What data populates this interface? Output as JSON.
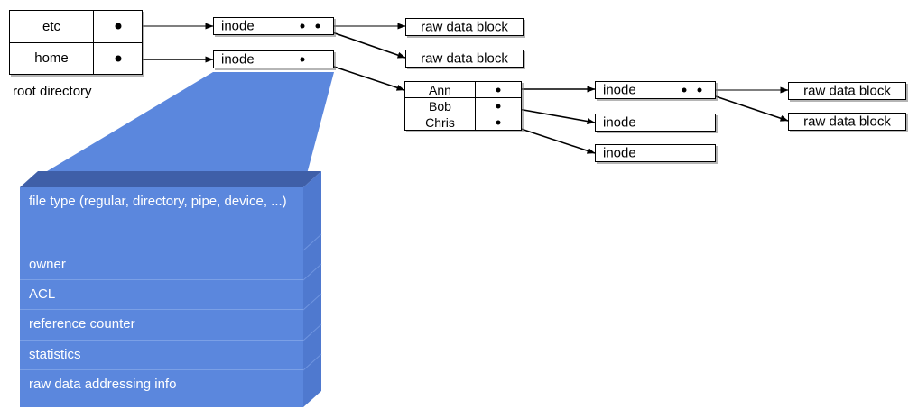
{
  "diagram": {
    "title": "Unix inode / directory structure diagram",
    "colors": {
      "block_front": "#5b87dd",
      "block_top": "#3f5fa8",
      "block_side": "#4f79cf",
      "block_divider": "#7ba0e6",
      "line": "#000000",
      "box_fill": "#ffffff",
      "box_border": "#000000",
      "text": "#000000",
      "block_text": "#ffffff"
    }
  },
  "root_directory": {
    "caption": "root directory",
    "rows": [
      {
        "name": "etc",
        "pointer": "dot"
      },
      {
        "name": "home",
        "pointer": "dot"
      }
    ]
  },
  "home_directory": {
    "rows": [
      {
        "name": "Ann",
        "pointer": "dot"
      },
      {
        "name": "Bob",
        "pointer": "dot"
      },
      {
        "name": "Chris",
        "pointer": "dot"
      }
    ]
  },
  "inodes": [
    {
      "id": "inode-etc",
      "label": "inode",
      "pointers": 2
    },
    {
      "id": "inode-home",
      "label": "inode",
      "pointers": 1
    },
    {
      "id": "inode-ann",
      "label": "inode",
      "pointers": 2
    },
    {
      "id": "inode-bob",
      "label": "inode",
      "pointers": 0
    },
    {
      "id": "inode-chris",
      "label": "inode",
      "pointers": 0
    }
  ],
  "raw_data_blocks": [
    {
      "id": "rdb-etc-1",
      "label": "raw data block"
    },
    {
      "id": "rdb-etc-2",
      "label": "raw data block"
    },
    {
      "id": "rdb-ann-1",
      "label": "raw data block"
    },
    {
      "id": "rdb-ann-2",
      "label": "raw data block"
    }
  ],
  "inode_detail": {
    "fields": [
      "file type (regular, directory, pipe, device, ...)",
      "owner",
      "ACL",
      "reference counter",
      "statistics",
      "raw data addressing info"
    ]
  }
}
